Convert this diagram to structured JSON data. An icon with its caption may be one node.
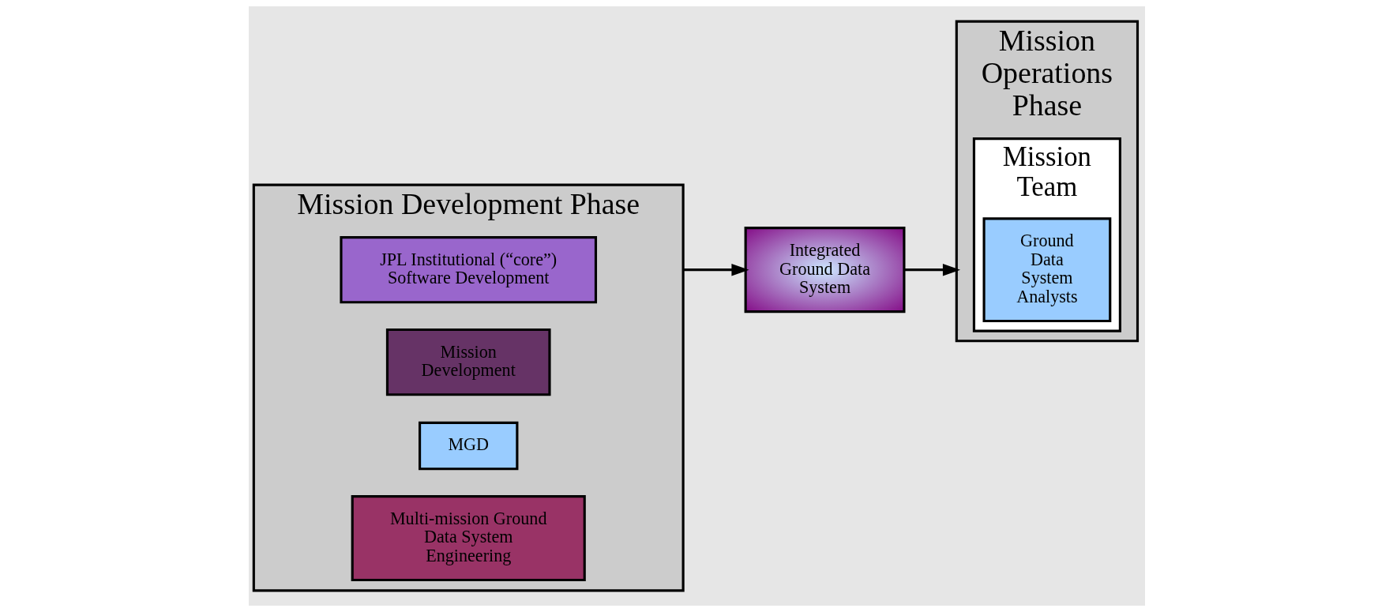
{
  "diagram": {
    "nodes": [
      {
        "text": [
          "Mission Development Phase"
        ]
      },
      {
        "text": [
          "JPL Institutional (“core”) Software Development"
        ],
        "in": 0
      },
      {
        "text": [
          "Mission Development"
        ],
        "in": 0
      },
      {
        "text": [
          "MGD"
        ],
        "in": 0
      },
      {
        "text": [
          "Multi-mission Ground Data System Engineering"
        ],
        "in": 0
      },
      {
        "text": [
          "Integrated Ground Data System"
        ]
      },
      {
        "text": [
          "Mission Operations Phase"
        ]
      },
      {
        "text": [
          "Mission Team"
        ],
        "in": 6
      },
      {
        "text": [
          "Ground Data System Analysts"
        ],
        "in": 7
      }
    ],
    "edges": [
      {
        "from": 0,
        "to": 5,
        "arrow": "to"
      },
      {
        "from": 5,
        "to": 6,
        "arrow": "to"
      }
    ]
  }
}
